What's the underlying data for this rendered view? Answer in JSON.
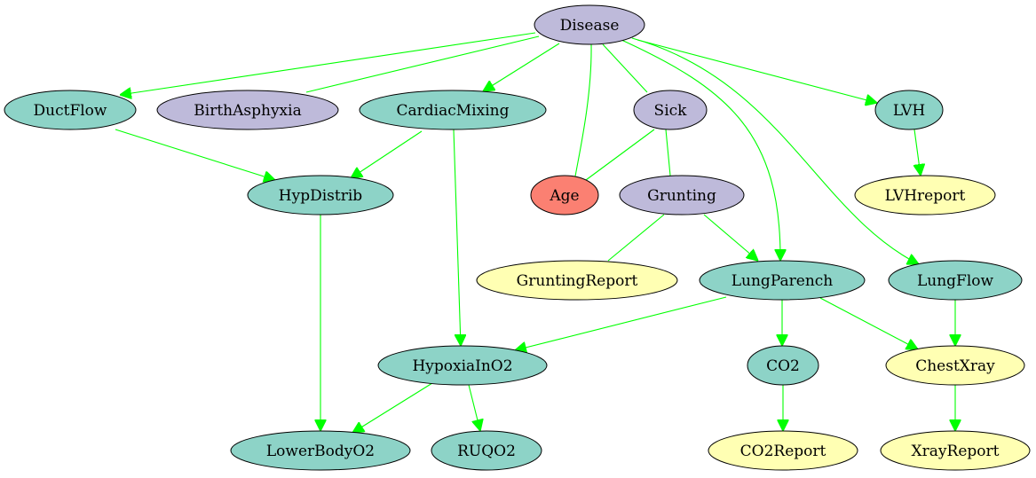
{
  "diagram": {
    "colors": {
      "edge": "#00ff00",
      "stroke": "#000000",
      "purple": "#bebada",
      "teal": "#8dd3c7",
      "yellow": "#ffffb3",
      "red": "#fb8072"
    },
    "nodes": [
      {
        "id": "Disease",
        "label": "Disease",
        "color": "purple"
      },
      {
        "id": "DuctFlow",
        "label": "DuctFlow",
        "color": "teal"
      },
      {
        "id": "BirthAsphyxia",
        "label": "BirthAsphyxia",
        "color": "purple"
      },
      {
        "id": "CardiacMixing",
        "label": "CardiacMixing",
        "color": "teal"
      },
      {
        "id": "Sick",
        "label": "Sick",
        "color": "purple"
      },
      {
        "id": "LVH",
        "label": "LVH",
        "color": "teal"
      },
      {
        "id": "HypDistrib",
        "label": "HypDistrib",
        "color": "teal"
      },
      {
        "id": "Age",
        "label": "Age",
        "color": "red"
      },
      {
        "id": "Grunting",
        "label": "Grunting",
        "color": "purple"
      },
      {
        "id": "LVHreport",
        "label": "LVHreport",
        "color": "yellow"
      },
      {
        "id": "GruntingReport",
        "label": "GruntingReport",
        "color": "yellow"
      },
      {
        "id": "LungParench",
        "label": "LungParench",
        "color": "teal"
      },
      {
        "id": "LungFlow",
        "label": "LungFlow",
        "color": "teal"
      },
      {
        "id": "HypoxiaInO2",
        "label": "HypoxiaInO2",
        "color": "teal"
      },
      {
        "id": "CO2",
        "label": "CO2",
        "color": "teal"
      },
      {
        "id": "ChestXray",
        "label": "ChestXray",
        "color": "yellow"
      },
      {
        "id": "LowerBodyO2",
        "label": "LowerBodyO2",
        "color": "teal"
      },
      {
        "id": "RUQO2",
        "label": "RUQO2",
        "color": "teal"
      },
      {
        "id": "CO2Report",
        "label": "CO2Report",
        "color": "yellow"
      },
      {
        "id": "XrayReport",
        "label": "XrayReport",
        "color": "yellow"
      }
    ],
    "edges": [
      {
        "from": "Disease",
        "to": "DuctFlow",
        "arrow": true
      },
      {
        "from": "Disease",
        "to": "BirthAsphyxia",
        "arrow": false
      },
      {
        "from": "Disease",
        "to": "CardiacMixing",
        "arrow": true
      },
      {
        "from": "Disease",
        "to": "Age",
        "arrow": false
      },
      {
        "from": "Disease",
        "to": "Sick",
        "arrow": false
      },
      {
        "from": "Disease",
        "to": "LungParench",
        "arrow": true
      },
      {
        "from": "Disease",
        "to": "LungFlow",
        "arrow": true
      },
      {
        "from": "Disease",
        "to": "LVH",
        "arrow": true
      },
      {
        "from": "DuctFlow",
        "to": "HypDistrib",
        "arrow": true
      },
      {
        "from": "CardiacMixing",
        "to": "HypDistrib",
        "arrow": true
      },
      {
        "from": "CardiacMixing",
        "to": "HypoxiaInO2",
        "arrow": true
      },
      {
        "from": "Sick",
        "to": "Age",
        "arrow": false
      },
      {
        "from": "Sick",
        "to": "Grunting",
        "arrow": false
      },
      {
        "from": "LVH",
        "to": "LVHreport",
        "arrow": true
      },
      {
        "from": "HypDistrib",
        "to": "LowerBodyO2",
        "arrow": true
      },
      {
        "from": "Grunting",
        "to": "GruntingReport",
        "arrow": false
      },
      {
        "from": "Grunting",
        "to": "LungParench",
        "arrow": true
      },
      {
        "from": "LungParench",
        "to": "HypoxiaInO2",
        "arrow": true
      },
      {
        "from": "LungParench",
        "to": "CO2",
        "arrow": true
      },
      {
        "from": "LungParench",
        "to": "ChestXray",
        "arrow": true
      },
      {
        "from": "LungFlow",
        "to": "ChestXray",
        "arrow": true
      },
      {
        "from": "HypoxiaInO2",
        "to": "LowerBodyO2",
        "arrow": true
      },
      {
        "from": "HypoxiaInO2",
        "to": "RUQO2",
        "arrow": true
      },
      {
        "from": "CO2",
        "to": "CO2Report",
        "arrow": true
      },
      {
        "from": "ChestXray",
        "to": "XrayReport",
        "arrow": true
      }
    ]
  }
}
